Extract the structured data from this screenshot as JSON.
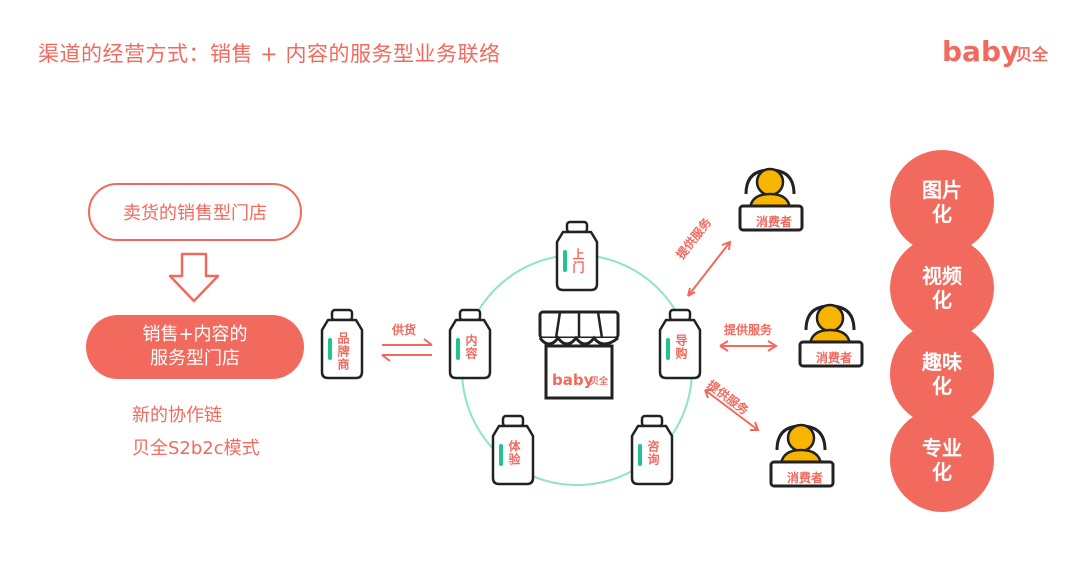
{
  "title": "渠道的经营方式：销售 + 内容的服务型业务联络",
  "logo": {
    "brand": "baby",
    "cn": "贝全"
  },
  "left_flow": {
    "from": "卖货的销售型门店",
    "to_line1": "销售+内容的",
    "to_line2": "服务型门店",
    "note1": "新的协作链",
    "note2": "贝全S2b2c模式"
  },
  "brand_bottle": "品牌商",
  "supply_label": "供货",
  "ring_bottles": {
    "top": "上门",
    "left": "内容",
    "right": "导购",
    "bottom_left": "体验",
    "bottom_right": "咨询"
  },
  "center_store": {
    "brand": "baby",
    "cn": "贝全"
  },
  "service_label": "提供服务",
  "consumer_tag": "消费者",
  "value_circles": [
    {
      "line1": "图片",
      "line2": "化"
    },
    {
      "line1": "视频",
      "line2": "化"
    },
    {
      "line1": "趣味",
      "line2": "化"
    },
    {
      "line1": "专业",
      "line2": "化"
    }
  ],
  "colors": {
    "accent": "#f26a5e",
    "ring": "#8fe3c6",
    "consumer": "#f7b500",
    "ink": "#222222"
  }
}
